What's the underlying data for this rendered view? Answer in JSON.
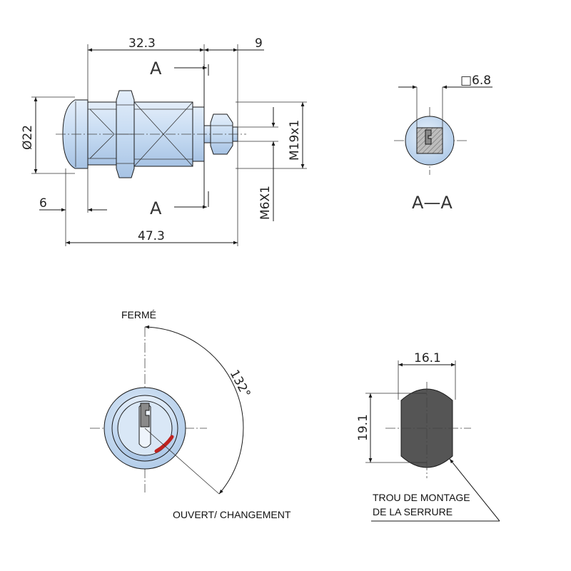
{
  "dimensions": {
    "length_32_3": "32.3",
    "length_9": "9",
    "diameter_22": "Ø22",
    "thread_m19": "M19x1",
    "thread_m6": "M6X1",
    "length_6": "6",
    "length_47_3": "47.3",
    "square_6_8": "□6.8",
    "mount_width": "16.1",
    "mount_height": "19.1",
    "angle": "132°"
  },
  "labels": {
    "section_marker": "A",
    "section_title": "A—A",
    "closed": "FERMÉ",
    "open": "OUVERT/ CHANGEMENT",
    "mount_hole_line1": "TROU DE MONTAGE",
    "mount_hole_line2": "DE LA SERRURE"
  },
  "colors": {
    "body_fill": "#c9def3",
    "body_fill_dark": "#a9c6e6",
    "hole_fill": "#555555",
    "hatch": "#777777",
    "indicator": "#c0221f"
  }
}
